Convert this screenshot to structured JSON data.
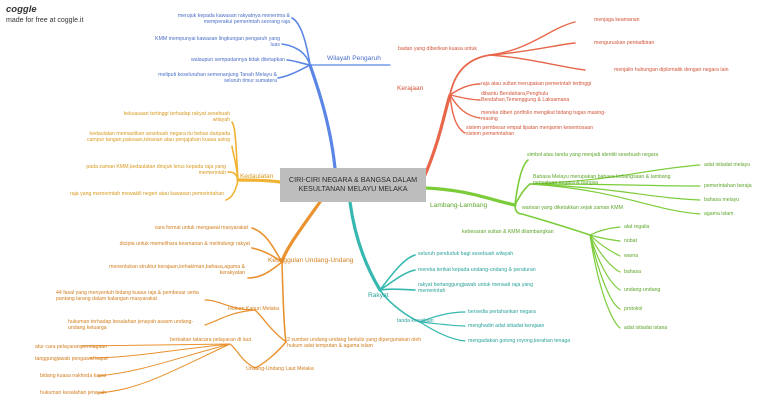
{
  "header": {
    "brand": "coggle",
    "made": "made for free at coggle.it"
  },
  "center": "CIRI-CIRI NEGARA & BANGSA DALAM KESULTANAN MELAYU MELAKA",
  "colors": {
    "wilayah": "#5b86e5",
    "kerajaan": "#e8674a",
    "kedaulatan": "#f2b233",
    "lambang": "#7ccc3a",
    "keunggulan": "#e9922f",
    "rakyat": "#36b8b0",
    "center_box": "#bdbdbd"
  },
  "wilayah": {
    "label": "Wilayah Pengaruh",
    "items": [
      "merujuk kepada kawasan rakyatnya menerima & memperakui pemerintah seorang raja",
      "KMM mempunyai kawasan lingkungan pengaruh yang luas",
      "walaupun sempadannya tidak ditetapkan",
      "meliputi keseluruhan semenanjung Tanah Melayu & seluruh timur sumatera"
    ]
  },
  "kerajaan": {
    "label": "Kerajaan",
    "badan": "badan yang diberikan kuasa untuk",
    "badan_items": [
      "menjaga keamanan",
      "menguruskan pentadbiran",
      "menjalin hubungan diplomatik dengan negara lain"
    ],
    "items": [
      "raja atau sultan merupakan pemerintah tertinggi",
      "dibantu Bendahara,Penghulu Bendahari,Temenggung & Laksamana",
      "mereka diberi portfolio mengikut bidang tugas masing-masing",
      "sistem pembesar empat lipatan menjamin kesentosaan sistem pemerintahan"
    ]
  },
  "kedaulatan": {
    "label": "Kedaulatan",
    "items": [
      "kekuasaan tertinggi terhadap rakyat sesebuah wilayah",
      "kedaulatan memastikan sesebuah negara itu bebas daripada campur tangan,paksaan,tekanan atau penjajahan kuasa asing",
      "pada zaman KMM,kedaulatan dirujuk lerus kepada raja yang memerintah",
      "raja yang memerintah mewakili negeri atau kawasan pemerintahan"
    ]
  },
  "lambang": {
    "label": "Lambang-Lambang",
    "items": [
      "simbol atau tanda yang menjadi identiti sesebuah negara",
      "Bahasa Melayu merupakan bahasa kebangsaan & lambang penyatuan negara & bangsa"
    ],
    "bahasa_items": [
      "adat istiadat melayu",
      "pemerintahan beraja",
      "bahasa melayu",
      "agama islam"
    ],
    "warisan": "warisan yang diketakkan sejak zaman KMM",
    "kebesaran": "kebesaran sultan & KMM dilambangkan",
    "kebesaran_items": [
      "alat regalia",
      "nobat",
      "warna",
      "bahasa",
      "undang-undang",
      "protokol",
      "adat istiadat istana"
    ]
  },
  "keunggulan": {
    "label": "Keunggulan Undang-Undang",
    "items": [
      "cara formal untuk mengawal masyarakat",
      "dicipta untuk memelihara keamanan & melindungi rakyat",
      "menentukan struktur kerajaan,kehakiman,bahasa,agama & kerakyatan"
    ],
    "hukum": "Hukum Kanun Melaka",
    "hukum_items": [
      "44 fasal yang menyentuh bidang kuasa raja & pembesar serta pantang larang dalam kalangan masyarakat",
      "hukuman terhadap kesalahan jenayah asasm undang-undang keluarga"
    ],
    "sumber": "2 sumber undang-undang berlulis yang dipergunakan oleh hukum adat temputan & agama islam",
    "laut": "Undang-Undang Laut Melaka",
    "berkaitan": "berkaitan tatacara pelayaran di laut",
    "laut_items": [
      "atur cara pelayaran,perniagaan",
      "tanggungjawab pengawal kapal",
      "bidang kuasa nakhoda kapal",
      "hukuman kesalahan jenayah"
    ]
  },
  "rakyat": {
    "label": "Rakyat",
    "items": [
      "seluruh penduduk bagi sesebuah wilayah",
      "mereka terikat kepada undang-undang & peraturan",
      "rakyat bertanggungjawab untuk menaati raja yang memerintah"
    ],
    "tanda": "tanda kesetiaan",
    "tanda_items": [
      "bersedia pertahankan negara",
      "menghadiri adat istiadat kerajaan",
      "mengadakan gotong royong,kerahan tenaga"
    ]
  }
}
